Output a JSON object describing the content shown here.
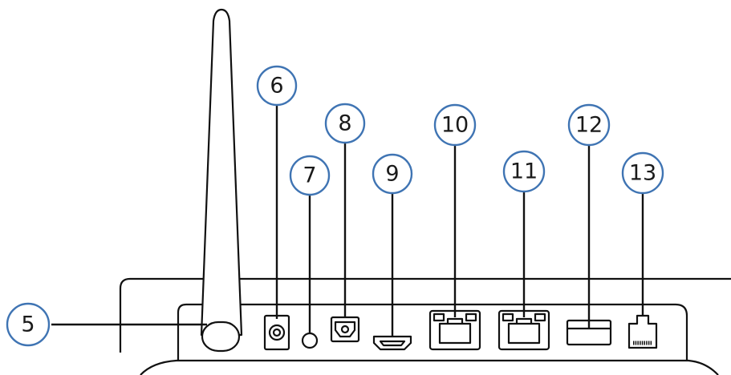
{
  "callouts": [
    {
      "id": "antenna",
      "number": "5"
    },
    {
      "id": "power",
      "number": "6"
    },
    {
      "id": "reset",
      "number": "7"
    },
    {
      "id": "usb",
      "number": "8"
    },
    {
      "id": "hdmi",
      "number": "9"
    },
    {
      "id": "lan-1",
      "number": "10"
    },
    {
      "id": "lan-2",
      "number": "11"
    },
    {
      "id": "usb-a",
      "number": "12"
    },
    {
      "id": "phone",
      "number": "13"
    }
  ],
  "colors": {
    "callout_ring": "#3f74b3",
    "line": "#111111",
    "background": "#ffffff"
  }
}
